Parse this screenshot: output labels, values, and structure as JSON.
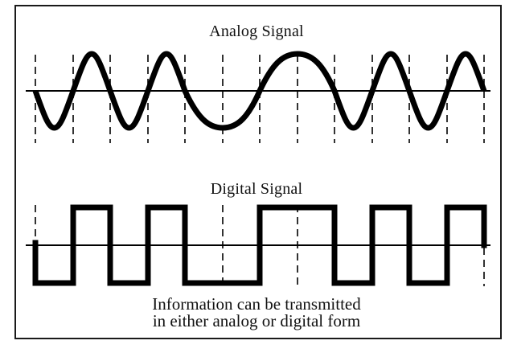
{
  "figure": {
    "analog": {
      "title": "Analog Signal",
      "description": "Continuous sine-like waveform with varying frequency crossing a horizontal axis",
      "segments": [
        "trough",
        "peak",
        "trough",
        "peak",
        "wide-trough",
        "wide-peak",
        "trough",
        "peak",
        "trough",
        "peak"
      ]
    },
    "digital": {
      "title": "Digital Signal",
      "description": "Square waveform alternating between high and low levels",
      "levels": [
        "low",
        "high",
        "low",
        "high",
        "low",
        "low",
        "high",
        "high",
        "low",
        "high",
        "low",
        "high"
      ]
    },
    "caption": {
      "line1": "Information can be transmitted",
      "line2": "in either analog or digital form"
    },
    "colors": {
      "stroke": "#000000",
      "background": "#ffffff",
      "frame": "#1a1a1a"
    }
  }
}
